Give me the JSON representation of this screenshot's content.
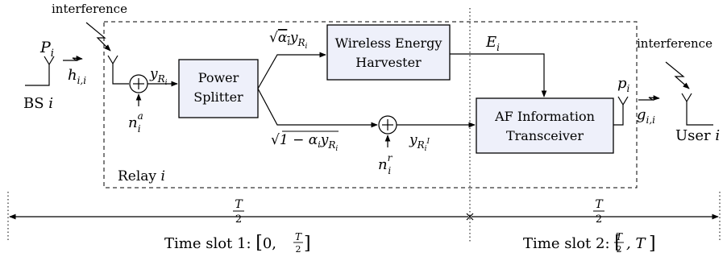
{
  "labels": {
    "interference_left": "interference",
    "interference_right": "interference",
    "bs": "BS i",
    "bs_power": "P_i",
    "channel_h": "h_{i,i}",
    "received": "y_{R_i}",
    "relay_noise": "n_i^a",
    "power_splitter_line1": "Power",
    "power_splitter_line2": "Splitter",
    "energy_branch": "√α_i y_{R_i}",
    "info_branch": "√(1 − α_i) y_{R_i}",
    "harvester_line1": "Wireless Energy",
    "harvester_line2": "Harvester",
    "energy": "E_i",
    "info_noise": "n_i^r",
    "info_signal": "y_{R_i^I}",
    "af_line1": "AF Information",
    "af_line2": "Transceiver",
    "relay_power": "p_i",
    "channel_g": "g_{i,i}",
    "user": "User i",
    "relay": "Relay i",
    "half_period_left": "T/2",
    "half_period_right": "T/2",
    "slot1": "Time slot 1: [0, T/2]",
    "slot2": "Time slot 2: [T/2, T]"
  }
}
